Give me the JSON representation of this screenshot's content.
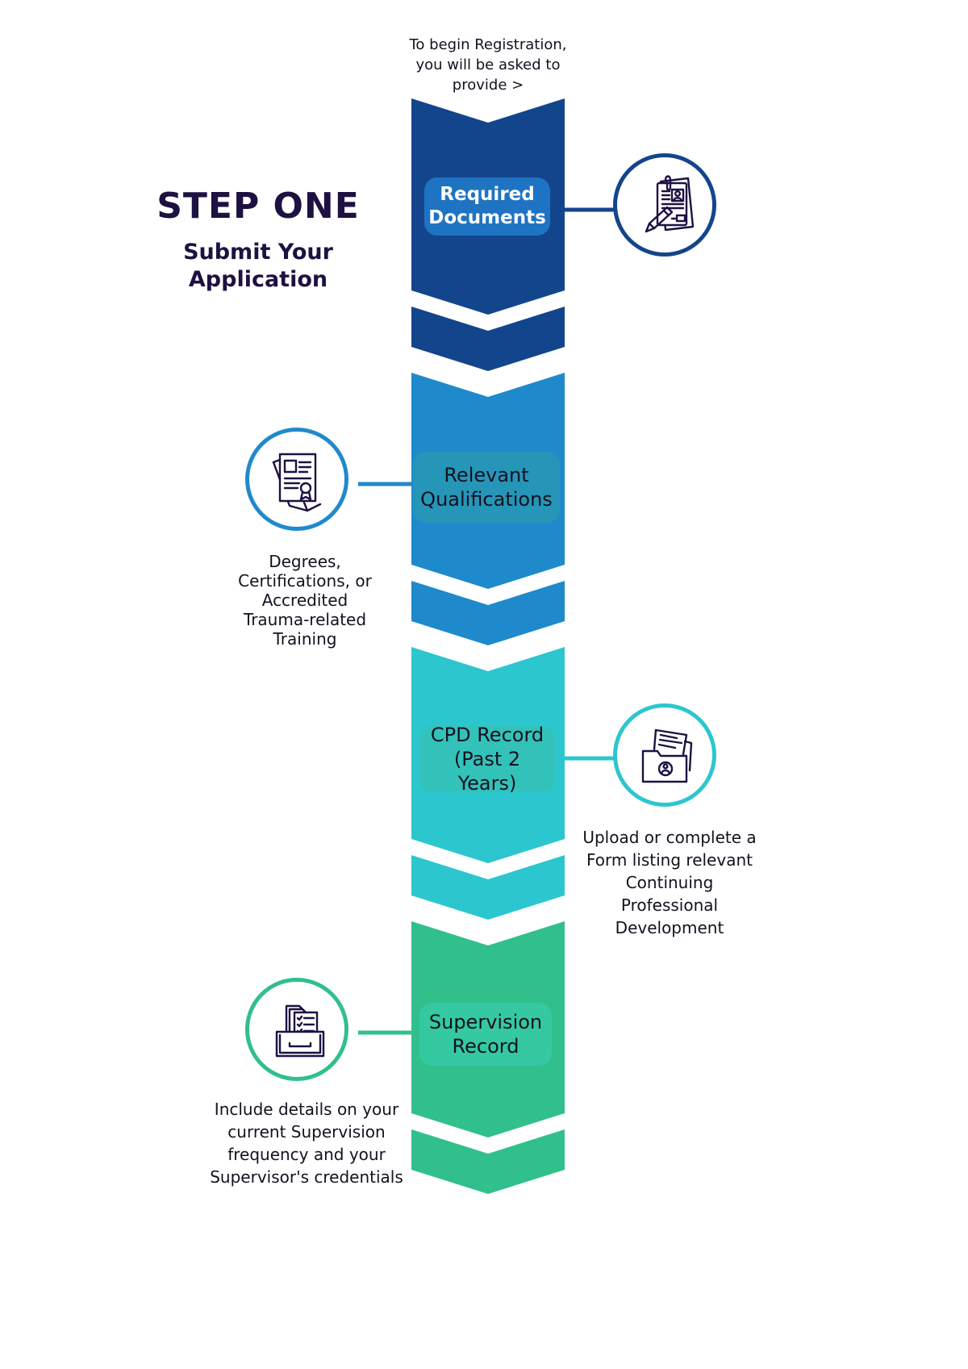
{
  "intro": {
    "line1": "To begin Registration,",
    "line2": "you will be asked to",
    "line3": "provide >"
  },
  "step": {
    "title": "STEP ONE",
    "subtitle_line1": "Submit Your",
    "subtitle_line2": "Application"
  },
  "stages": [
    {
      "label_line1": "Required",
      "label_line2": "Documents",
      "color": "#13458c",
      "icon": "id-document-pencil-icon"
    },
    {
      "label_line1": "Relevant",
      "label_line2": "Qualifications",
      "color": "#1f8acb",
      "icon": "certificate-icon",
      "description": [
        "Degrees,",
        "Certifications, or",
        "Accredited",
        "Trauma-related",
        "Training"
      ]
    },
    {
      "label_line1": "CPD Record",
      "label_line2": "(Past 2 Years)",
      "color": "#2cc6cf",
      "icon": "folder-documents-icon",
      "description": [
        "Upload or complete a",
        "Form listing relevant",
        "Continuing",
        "Professional",
        "Development"
      ]
    },
    {
      "label_line1": "Supervision",
      "label_line2": "Record",
      "color": "#31bf8b",
      "icon": "inbox-checklist-icon",
      "description": [
        "Include details on your",
        "current Supervision",
        "frequency and your",
        "Supervisor's credentials"
      ]
    }
  ]
}
